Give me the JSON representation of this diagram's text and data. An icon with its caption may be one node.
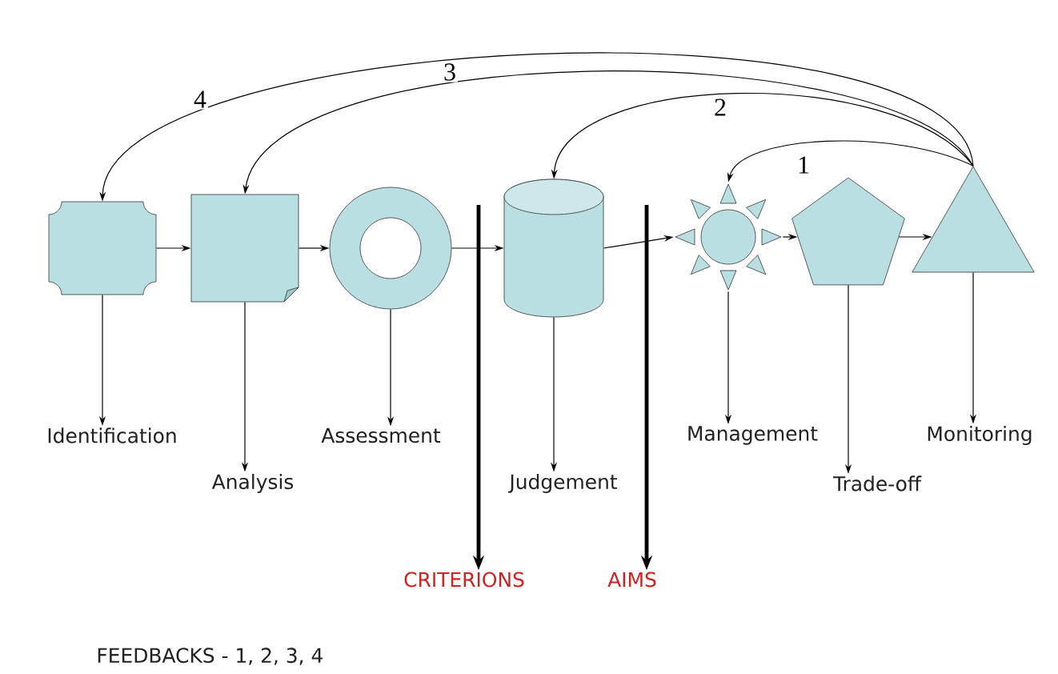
{
  "diagram": {
    "nodes": [
      {
        "text": [],
        "shape": "box"
      },
      {
        "text": [],
        "shape": "note"
      },
      {
        "text": [],
        "shape": "ring"
      },
      {
        "text": [],
        "shape": "cylinder"
      },
      {
        "text": [],
        "shape": "sun"
      },
      {
        "text": [],
        "shape": "pentagon"
      },
      {
        "text": [],
        "shape": "triangle"
      },
      {
        "text": [
          "Identification"
        ]
      },
      {
        "text": [
          "Analysis"
        ]
      },
      {
        "text": [
          "Assessment"
        ]
      },
      {
        "text": [
          "Judgement"
        ]
      },
      {
        "text": [
          "Management"
        ]
      },
      {
        "text": [
          "Trade-off"
        ]
      },
      {
        "text": [
          "Monitoring"
        ]
      },
      {
        "text": [
          "CRITERIONS"
        ]
      },
      {
        "text": [
          "AIMS"
        ]
      }
    ],
    "edges": [
      {
        "from": 0,
        "to": 1,
        "arrow": "to"
      },
      {
        "from": 1,
        "to": 2,
        "arrow": "to"
      },
      {
        "from": 2,
        "to": 3,
        "arrow": "to"
      },
      {
        "from": 3,
        "to": 4,
        "arrow": "to"
      },
      {
        "from": 4,
        "to": 5,
        "arrow": "to"
      },
      {
        "from": 5,
        "to": 6,
        "arrow": "to"
      },
      {
        "from": 0,
        "to": 7,
        "arrow": "to"
      },
      {
        "from": 1,
        "to": 8,
        "arrow": "to"
      },
      {
        "from": 2,
        "to": 9,
        "arrow": "to"
      },
      {
        "from": 3,
        "to": 10,
        "arrow": "to"
      },
      {
        "from": 4,
        "to": 11,
        "arrow": "to"
      },
      {
        "from": 5,
        "to": 12,
        "arrow": "to"
      },
      {
        "from": 6,
        "to": 13,
        "arrow": "to"
      },
      {
        "from": null,
        "to": 14,
        "arrow": "to",
        "style": "thick"
      },
      {
        "from": null,
        "to": 15,
        "arrow": "to",
        "style": "thick"
      },
      {
        "from": 6,
        "to": 4,
        "arrow": "to",
        "label": "1"
      },
      {
        "from": 6,
        "to": 3,
        "arrow": "to",
        "label": "2"
      },
      {
        "from": 6,
        "to": 1,
        "arrow": "to",
        "label": "3"
      },
      {
        "from": 6,
        "to": 0,
        "arrow": "to",
        "label": "4"
      }
    ],
    "labels": [
      "FEEDBACKS  - 1, 2, 3, 4"
    ]
  }
}
